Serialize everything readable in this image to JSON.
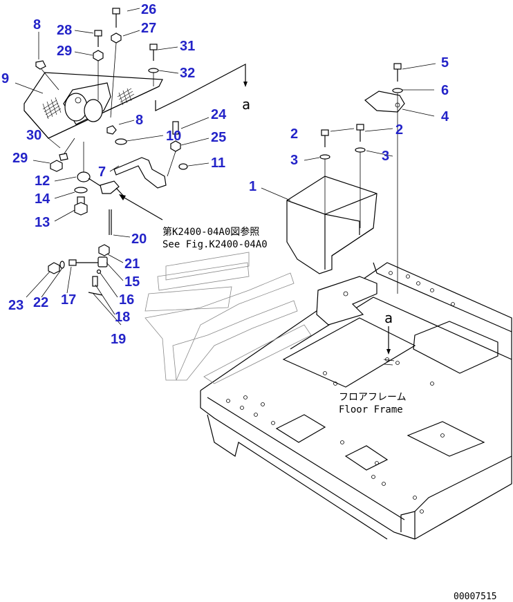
{
  "callouts": {
    "c1": "1",
    "c2a": "2",
    "c2b": "2",
    "c3a": "3",
    "c3b": "3",
    "c4": "4",
    "c5": "5",
    "c6": "6",
    "c7": "7",
    "c8a": "8",
    "c8b": "8",
    "c9": "9",
    "c10": "10",
    "c11": "11",
    "c12": "12",
    "c13": "13",
    "c14": "14",
    "c15": "15",
    "c16": "16",
    "c17": "17",
    "c18": "18",
    "c19": "19",
    "c20": "20",
    "c21": "21",
    "c22": "22",
    "c23": "23",
    "c24": "24",
    "c25": "25",
    "c26": "26",
    "c27": "27",
    "c28": "28",
    "c29a": "29",
    "c29b": "29",
    "c30": "30",
    "c31": "31",
    "c32": "32"
  },
  "reference_note": {
    "jp": "第K2400-04A0図参照",
    "en": "See Fig.K2400-04A0"
  },
  "frame_label": {
    "jp": "フロアフレーム",
    "en": "Floor Frame"
  },
  "section_marker": {
    "top": "a",
    "bottom": "a"
  },
  "drawing_number": "00007515",
  "colors": {
    "callout": "#2323c8",
    "line": "#000000",
    "background": "#ffffff"
  }
}
